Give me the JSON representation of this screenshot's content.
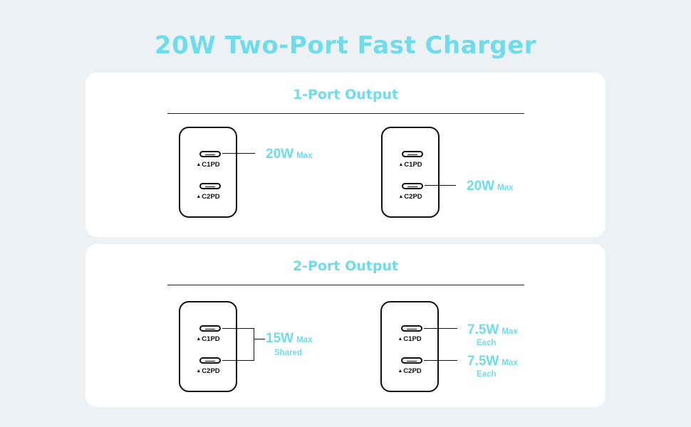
{
  "title": "20W Two-Port Fast Charger",
  "accent_color": "#6fdcec",
  "panel1": {
    "heading": "1-Port Output",
    "left": {
      "port1": "C1PD",
      "port2": "C2PD",
      "value": "20W",
      "unit": "Max"
    },
    "right": {
      "port1": "C1PD",
      "port2": "C2PD",
      "value": "20W",
      "unit": "Max"
    }
  },
  "panel2": {
    "heading": "2-Port Output",
    "left": {
      "port1": "C1PD",
      "port2": "C2PD",
      "value": "15W",
      "unit": "Max",
      "note": "Shared"
    },
    "right": {
      "port1": "C1PD",
      "port2": "C2PD",
      "value1": "7.5W",
      "unit1": "Max",
      "note1": "Each",
      "value2": "7.5W",
      "unit2": "Max",
      "note2": "Each"
    }
  }
}
